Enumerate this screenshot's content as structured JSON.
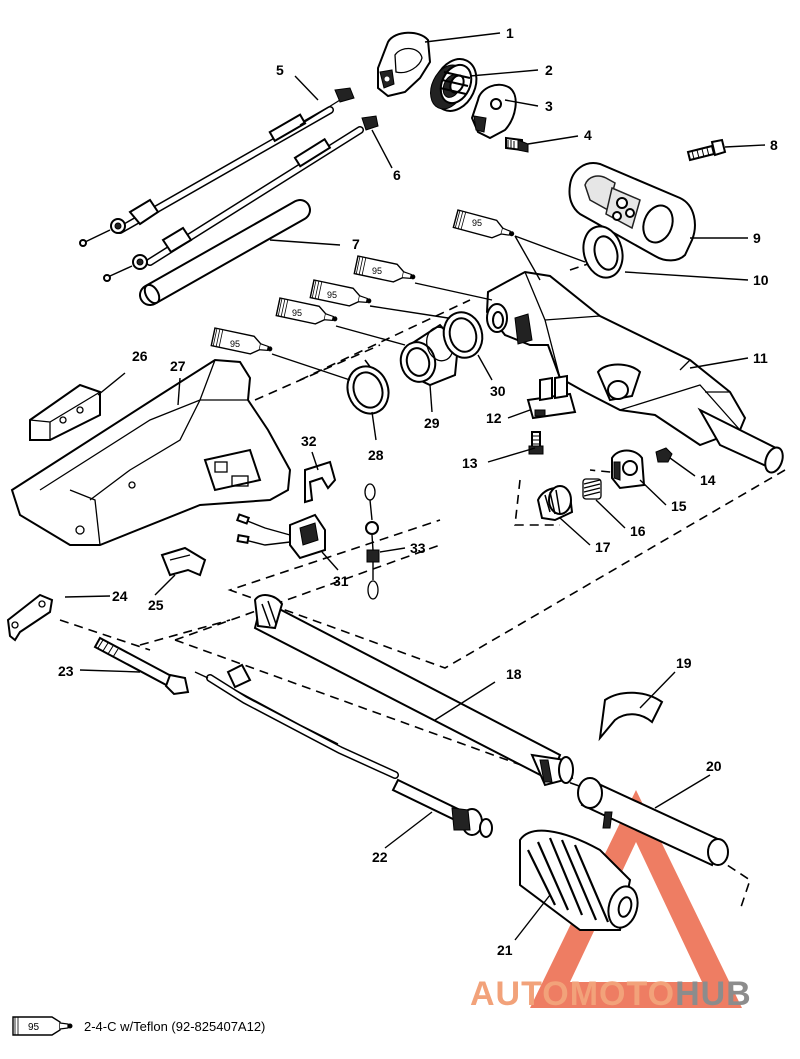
{
  "diagram": {
    "callouts": [
      "1",
      "2",
      "3",
      "4",
      "5",
      "6",
      "7",
      "8",
      "9",
      "10",
      "11",
      "12",
      "13",
      "14",
      "15",
      "16",
      "17",
      "18",
      "19",
      "20",
      "21",
      "22",
      "23",
      "24",
      "25",
      "26",
      "27",
      "28",
      "29",
      "30",
      "31",
      "32",
      "33"
    ],
    "tube_label": "95"
  },
  "legend": {
    "tube_label": "95",
    "text": "2-4-C w/Teflon (92-825407A12)"
  },
  "watermark": {
    "part1": "AUTOMOTO",
    "part2": "HUB",
    "color_primary": "#e8512f",
    "color_secondary": "#8c8c8c"
  }
}
